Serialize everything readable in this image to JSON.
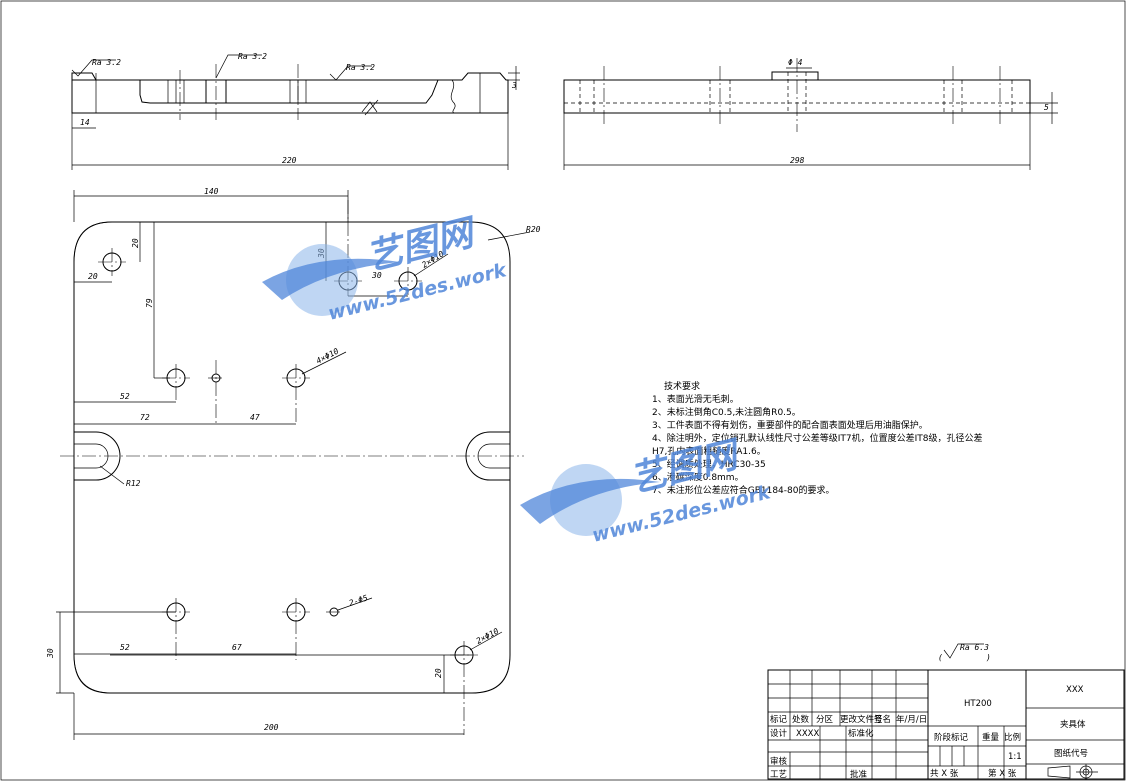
{
  "views": {
    "front": {
      "roughness": [
        "Ra 3.2",
        "Ra 3.2",
        "Ra 3.2"
      ],
      "dims": {
        "overall_length": "220",
        "left_step": "14",
        "step_height": "3"
      }
    },
    "side": {
      "dims": {
        "overall_length": "298",
        "thickness": "5",
        "boss": "Φ 4"
      }
    },
    "top": {
      "dims": {
        "width": "140",
        "top_offset": "20",
        "left_offset": "20",
        "hole_depth": "79",
        "center_offset": "30",
        "center_right": "30",
        "left_52": "52",
        "left_72": "72",
        "span_47": "47",
        "corner_radius": "R20",
        "slot_radius": "R12",
        "bottom_52": "52",
        "bottom_67": "67",
        "bottom_height": "30",
        "right_20": "20",
        "overall_bottom": "200"
      },
      "holes": {
        "top_right": "2×Φ10",
        "middle": "4×Φ10",
        "small": "2-Φ5",
        "bottom_right": "2×Φ10"
      }
    }
  },
  "notes": {
    "title": "技术要求",
    "items": [
      "1、表面光滑无毛刺。",
      "2、未标注倒角C0.5,未注圆角R0.5。",
      "3、工件表面不得有划伤，重要部件的配合面表面处理后用油脂保护。",
      "4、除注明外，定位销孔默认线性尺寸公差等级IT7机，位置度公差IT8级，孔径公差",
      "H7,孔内表面粗糙度RA1.6。",
      "5、经调质处理，HRC30-35",
      "6、渗碳深度0.8mm。",
      "7、未注形位公差应符合GB1184-80的要求。"
    ]
  },
  "roughness_general": "Ra 6.3",
  "title_block": {
    "material": "HT200",
    "company": "XXX",
    "part_name": "夹具体",
    "drawing_no_label": "图纸代号",
    "scale": "1:1",
    "rows": {
      "mark": "标记",
      "count": "处数",
      "zone": "分区",
      "change_no": "更改文件号",
      "sign": "签名",
      "date": "年/月/日",
      "design": "设计",
      "design_name": "XXXX",
      "standard": "标准化",
      "check": "审核",
      "process": "工艺",
      "approve": "批准",
      "stage_mark": "阶段标记",
      "weight": "重量",
      "ratio": "比例",
      "total": "共  X  张",
      "sheet": "第  X  张"
    }
  },
  "watermark": {
    "brand": "艺图网",
    "url": "www.52des.work"
  }
}
